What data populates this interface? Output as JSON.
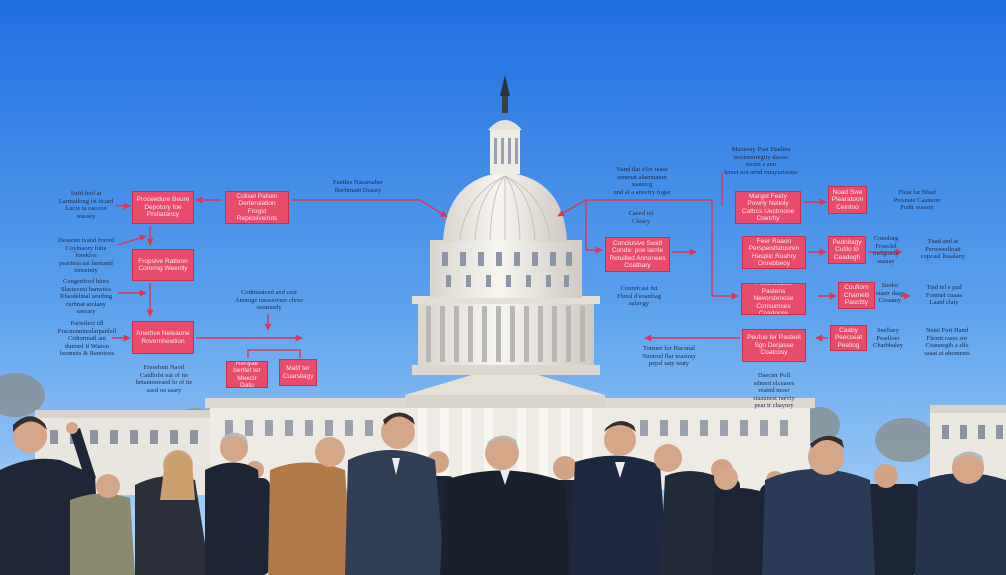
{
  "scene": {
    "description_colors": {
      "sky_top": "#1f6fe0",
      "sky_bottom": "#a9d2f5",
      "marble": "#f2efe8",
      "diagram_box": "#e94b6b",
      "arrow": "#d9365a",
      "suit_dark": "#1c2536",
      "suit_tan": "#b07a49"
    }
  },
  "diagram": {
    "boxes": [
      {
        "id": "b1",
        "text": "Proceedure Beure\nDepotory foe\nPrstiatancy"
      },
      {
        "id": "b2",
        "text": "Colisel Palsen\nDerteruiation Frogst\nRepiosiveinds"
      },
      {
        "id": "b3",
        "text": "Fropsive Ratteon\nCommig Weenlly"
      },
      {
        "id": "b4",
        "text": "Anertive Neleaone\nRovernhewtion"
      },
      {
        "id": "b5",
        "text": "Renyae\nbertlet ter\nMeeclr Datu"
      },
      {
        "id": "b6",
        "text": "Mafif ter\nCuarsilagy"
      },
      {
        "id": "b7",
        "text": "Conclusive Swidl\nConde: poe lamte\nRetuilled Annonees\nCoatbary"
      },
      {
        "id": "b8",
        "text": "Margst Feety\nPowrly Neltoly\nCattrcs Uectroone\nCoetrhy"
      },
      {
        "id": "b9",
        "text": "Noad Swe\nPlearatoon\nCeinfoo"
      },
      {
        "id": "b10",
        "text": "Feer Raaon\nPerspeistiatuuren\nHaspiic Roahry\nOnrebbeoy"
      },
      {
        "id": "b11",
        "text": "Pednitagy\nCutilo to\nCeadegh"
      },
      {
        "id": "b12",
        "text": "Peecnlicaste Pastens\nNevorstenose\nConsumses\nCoadoosy"
      },
      {
        "id": "b13",
        "text": "Coufiorn\nChamelli\nPascttty"
      },
      {
        "id": "b14",
        "text": "Peutue ter Pasteet\nSgn Derjasse\nCoatcosy"
      },
      {
        "id": "b15",
        "text": "Caaby\nPeecseat\nPeetiog"
      }
    ],
    "notes": [
      {
        "id": "n1",
        "text": "Sufd fool at\nLarmatlong ist ticard\nLucie ta oaccon\nsrassey"
      },
      {
        "id": "n2",
        "text": "Fanthis Nacarsaber\nBerftmant Doasty"
      },
      {
        "id": "n3",
        "text": "Desseint ivand fruord\nCoylnaory fotte\nforeklos\npearinsa sai larmand\ntenseinty"
      },
      {
        "id": "n4",
        "text": "Congertfool hiors\nSlactecusi hamsttss\nRfaodelmal seuthng\nrurbnat arolany\nsascary"
      },
      {
        "id": "n5",
        "text": "Codmuateed and ceat\nAnotoge tneaooveer chree\nssemusdy"
      },
      {
        "id": "n6",
        "text": "Parietlect idl\nFracnonnttealarpanlell\nCrdiormatl aut\nduerasl if Wanon\nbeomets & Renotoos"
      },
      {
        "id": "n7",
        "text": "Fresefont Naoil\nCaidlofst eat of ite\nbetantoovaed lo of ite\nsaed oo saary"
      },
      {
        "id": "n8",
        "text": "Nand tlat a'fer taase\nseneuat alaennaton\nsaanecg\nund al a anoctry fogar"
      },
      {
        "id": "n9",
        "text": "Caeerl tel\nCleacy"
      },
      {
        "id": "n10",
        "text": "Conrefcast fut\nFlutol d'eoanfiag\naalavgy"
      },
      {
        "id": "n11",
        "text": "Maraesty Paat Daalina\nwestreniregity dasiso\nreolnt s ann\nlemet not arrtd rmayurisoms"
      },
      {
        "id": "n12",
        "text": "Tortuor for Haconal\nNaoroel flar toastray\npepsl saty teaty"
      },
      {
        "id": "n13",
        "text": "Daecter Poll\nsdmert elceases\nreatnd moer\nstaaunest raeviy\npear tr chayory"
      },
      {
        "id": "n14",
        "text": "Fleat far Bhad\nPresnate Caanerer\nPodtt ssaasty"
      },
      {
        "id": "n15",
        "text": "Conolorg\nFroeclel\nmelgmely\nsasuay"
      },
      {
        "id": "n16",
        "text": "Tuad and at\nPerweeolloatt\ncopcaal ltssalany"
      },
      {
        "id": "n17",
        "text": "Stedor\nstaetr daay\nCosaauy"
      },
      {
        "id": "n18",
        "text": "Tiad tel e pad\nFonmet cuaaa\nLaatd claty"
      },
      {
        "id": "n19",
        "text": "Seellaey\nPsselloer\nCharbhaley"
      },
      {
        "id": "n20",
        "text": "Neiel Fort Hand\nFlexnt rases sor\nCoaueegih a slfs\nsaaat at ahomeets"
      }
    ]
  }
}
